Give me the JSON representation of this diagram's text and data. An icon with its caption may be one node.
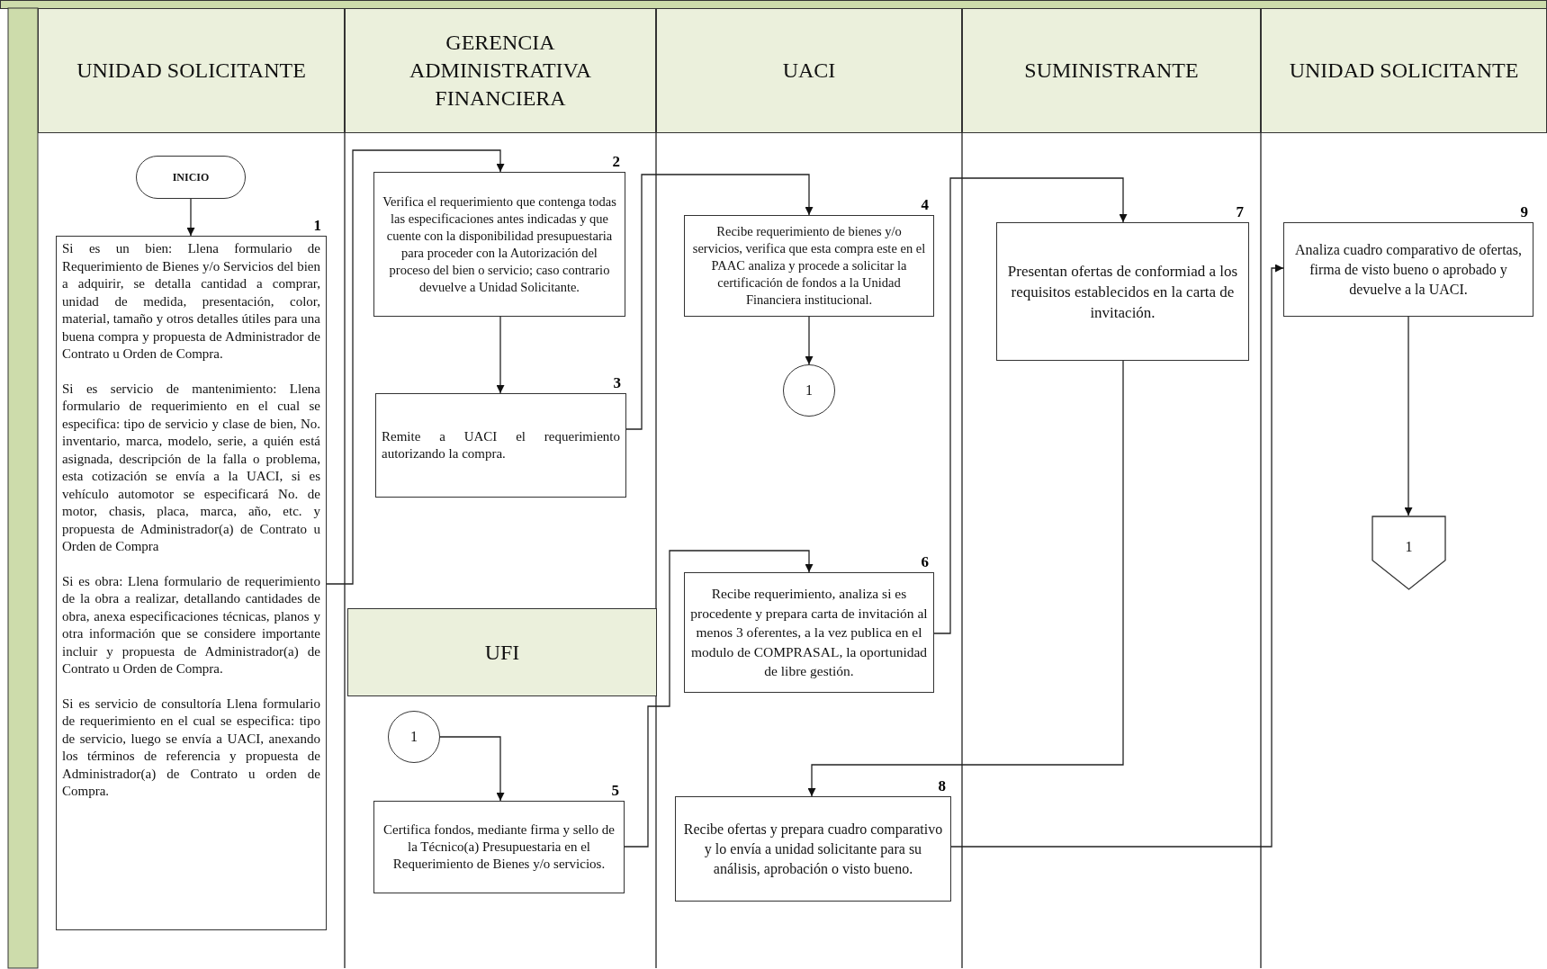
{
  "diagram": {
    "nodes": [
      {
        "text": [
          "UNIDAD SOLICITANTE"
        ]
      },
      {
        "text": [
          "GERENCIA ADMINISTRATIVA FINANCIERA"
        ]
      },
      {
        "text": [
          "UACI"
        ]
      },
      {
        "text": [
          "SUMINISTRANTE"
        ]
      },
      {
        "text": [
          "UNIDAD SOLICITANTE"
        ]
      },
      {
        "text": [
          "INICIO"
        ]
      },
      {
        "text": [
          "Si es un bien: Llena formulario de Requerimiento de Bienes y/o Servicios del bien a adquirir, se detalla cantidad a comprar, unidad de medida, presentación, color, material, tamaño y otros detalles útiles para una buena compra y propuesta de Administrador de Contrato u Orden de Compra.",
          "Si es servicio de mantenimiento: Llena formulario de requerimiento en el cual se especifica: tipo de servicio y clase de bien, No. inventario, marca, modelo, serie, a quién está asignada, descripción de la falla o problema, esta cotización se envía a la UACI, si es vehículo automotor se especificará No. de motor, chasis, placa, marca, año, etc. y propuesta de Administrador(a) de Contrato u Orden de Compra",
          "Si es obra: Llena formulario de requerimiento de la obra a realizar, detallando cantidades de obra, anexa especificaciones técnicas, planos y otra información que se considere importante incluir y propuesta de Administrador(a) de Contrato u Orden de Compra.",
          "Si es servicio de consultoría Llena formulario de requerimiento en el cual se especifica: tipo de servicio, luego se envía a UACI, anexando los términos de referencia y propuesta de Administrador(a) de Contrato u orden de Compra."
        ],
        "beside": [
          "1"
        ]
      },
      {
        "text": [
          "Verifica el requerimiento que contenga todas las especificaciones antes indicadas y que cuente con la disponibilidad presupuestaria para proceder con la Autorización del proceso del bien o servicio; caso contrario devuelve a Unidad Solicitante."
        ],
        "beside": [
          "2"
        ]
      },
      {
        "text": [
          "Remite a UACI el requerimiento autorizando la compra."
        ],
        "beside": [
          "3"
        ]
      },
      {
        "text": [
          "Recibe requerimiento de bienes y/o servicios, verifica que esta compra este en el PAAC analiza y procede a solicitar la certificación de fondos a la Unidad Financiera institucional."
        ],
        "beside": [
          "4"
        ]
      },
      {
        "text": [
          "1"
        ]
      },
      {
        "text": [
          "UFI"
        ]
      },
      {
        "text": [
          "1"
        ]
      },
      {
        "text": [
          "Certifica fondos, mediante firma y sello de la Técnico(a) Presupuestaria en el Requerimiento de Bienes y/o servicios."
        ],
        "beside": [
          "5"
        ]
      },
      {
        "text": [
          "Recibe requerimiento, analiza si es procedente y prepara carta de invitación al menos 3 oferentes, a la vez publica en el modulo de COMPRASAL, la oportunidad de libre gestión."
        ],
        "beside": [
          "6"
        ]
      },
      {
        "text": [
          "Presentan ofertas de conformiad a los requisitos establecidos en la carta de invitación."
        ],
        "beside": [
          "7"
        ]
      },
      {
        "text": [
          "Recibe ofertas y prepara cuadro comparativo y lo envía a unidad solicitante para su análisis, aprobación o visto bueno."
        ],
        "beside": [
          "8"
        ]
      },
      {
        "text": [
          "Analiza cuadro comparativo de ofertas, firma de visto bueno o aprobado y devuelve a la UACI."
        ],
        "beside": [
          "9"
        ]
      },
      {
        "text": [
          "1"
        ]
      }
    ],
    "edges": [
      {
        "from": 5,
        "to": 6,
        "arrow": "to"
      },
      {
        "from": 6,
        "to": 7,
        "arrow": "to"
      },
      {
        "from": 7,
        "to": 8,
        "arrow": "to"
      },
      {
        "from": 8,
        "to": 9,
        "arrow": "to"
      },
      {
        "from": 9,
        "to": 10,
        "arrow": "to"
      },
      {
        "from": 12,
        "to": 13,
        "arrow": "to"
      },
      {
        "from": 13,
        "to": 14,
        "arrow": "to"
      },
      {
        "from": 14,
        "to": 15,
        "arrow": "to"
      },
      {
        "from": 15,
        "to": 16,
        "arrow": "to"
      },
      {
        "from": 16,
        "to": 17,
        "arrow": "to"
      },
      {
        "from": 17,
        "to": 18,
        "arrow": "to"
      }
    ]
  }
}
